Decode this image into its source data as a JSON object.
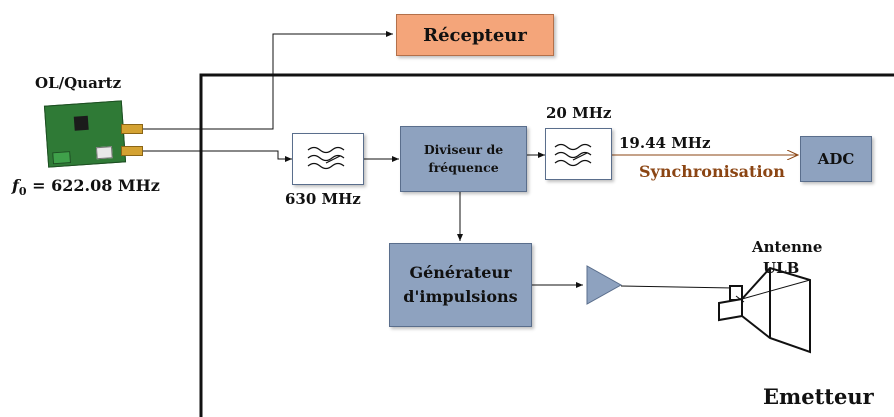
{
  "receiver": {
    "label": "Récepteur",
    "color": "#f4a57a"
  },
  "oscillator": {
    "label": "OL/Quartz",
    "f0_symbol": "f",
    "f0_sub": "0",
    "f0_value": "= 622.08 MHz"
  },
  "filter_630": {
    "label": "630 MHz"
  },
  "divider": {
    "label": "Diviseur de fréquence"
  },
  "filter_20": {
    "label": "20 MHz"
  },
  "signal_1944": {
    "label": "19.44 MHz"
  },
  "sync": {
    "label": "Synchronisation",
    "color": "#8b4513"
  },
  "adc": {
    "label": "ADC"
  },
  "pulse_generator": {
    "label": "Générateur d'impulsions"
  },
  "antenna": {
    "label_line1": "Antenne",
    "label_line2": "ULB"
  },
  "emitter": {
    "label": "Emetteur"
  },
  "colors": {
    "block_fill": "#8ea2bf",
    "block_border": "#5a6e8c"
  }
}
